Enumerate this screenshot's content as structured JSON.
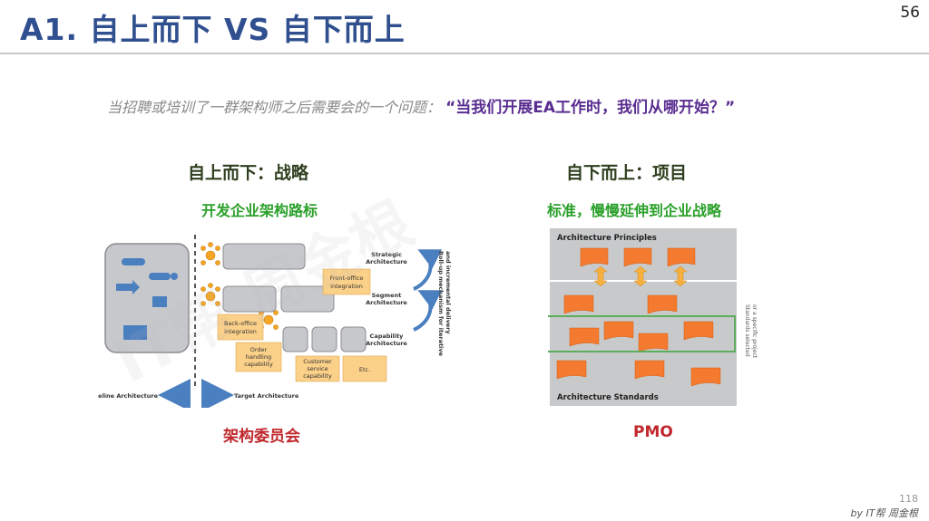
{
  "title": "A1. 自上而下 VS 自下而上",
  "page_number": "56",
  "question_prefix": "当招聘或培训了一群架构师之后需要会的一个问题：",
  "question_highlight": "“当我们开展EA工作时，我们从哪开始？”",
  "left": {
    "heading": "自上而下：战略",
    "subheading": "开发企业架构路标",
    "footer": "架构委员会",
    "diagram": {
      "baseline": "Baseline Architecture",
      "target": "Target Architecture",
      "strategic": [
        "Strategic",
        "Architecture"
      ],
      "segment": [
        "Segment",
        "Architecture"
      ],
      "capability": [
        "Capability",
        "Architecture"
      ],
      "front_office": [
        "Front-office",
        "integration"
      ],
      "back_office": [
        "Back-office",
        "integration"
      ],
      "order_handling": [
        "Order",
        "handling",
        "capability"
      ],
      "customer_service": [
        "Customer",
        "service",
        "capability"
      ],
      "etc": "Etc.",
      "rollup": [
        "Roll-up mechanism for iterative",
        "and incremental delivery"
      ]
    }
  },
  "right": {
    "heading": "自下而上：项目",
    "subheading": "标准，慢慢延伸到企业战略",
    "footer": "PMO",
    "diagram": {
      "principles": "Architecture Principles",
      "standards": "Architecture Standards",
      "side_note": [
        "Standards selected",
        "or a specific project"
      ]
    }
  },
  "watermark": "IT帮 周金根",
  "slide_number": "118",
  "byline": "by IT帮 周金根",
  "colors": {
    "title": "#2f4f8f",
    "green": "#2aa02a",
    "red": "#c0282d",
    "purple": "#5a2d91",
    "orange": "#f37a2e",
    "note": "#fbd089",
    "blue": "#4a7fc0"
  }
}
